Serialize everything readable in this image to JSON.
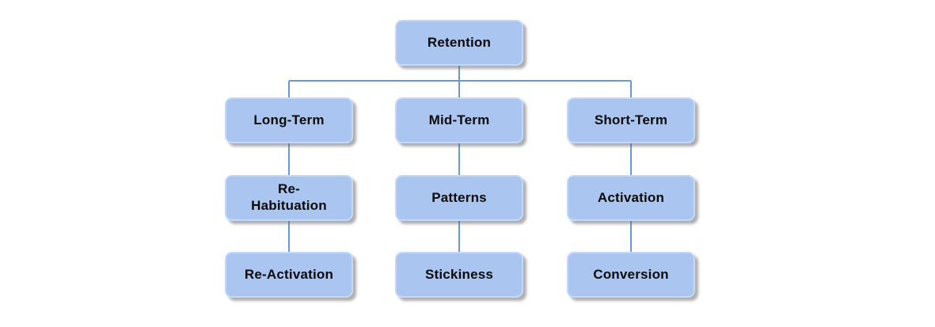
{
  "diagram": {
    "nodes": {
      "retention": {
        "label": "Retention"
      },
      "long_term": {
        "label": "Long-Term"
      },
      "mid_term": {
        "label": "Mid-Term"
      },
      "short_term": {
        "label": "Short-Term"
      },
      "re_habituation": {
        "label": "Re-\nHabituation"
      },
      "patterns": {
        "label": "Patterns"
      },
      "activation": {
        "label": "Activation"
      },
      "re_activation": {
        "label": "Re-Activation"
      },
      "stickiness": {
        "label": "Stickiness"
      },
      "conversion": {
        "label": "Conversion"
      }
    },
    "edges": [
      {
        "from": "Retention",
        "to": "Long-Term"
      },
      {
        "from": "Retention",
        "to": "Mid-Term"
      },
      {
        "from": "Retention",
        "to": "Short-Term"
      },
      {
        "from": "Long-Term",
        "to": "Re-Habituation"
      },
      {
        "from": "Re-Habituation",
        "to": "Re-Activation"
      },
      {
        "from": "Mid-Term",
        "to": "Patterns"
      },
      {
        "from": "Patterns",
        "to": "Stickiness"
      },
      {
        "from": "Short-Term",
        "to": "Activation"
      },
      {
        "from": "Activation",
        "to": "Conversion"
      }
    ]
  },
  "colors": {
    "background": "#ffffff",
    "node_fill": "#aac6f0",
    "node_border": "#c3d9f7",
    "connector": "#649bd7",
    "text": "#0a0a0a",
    "shadow": "rgba(110,110,110,0.55)"
  }
}
